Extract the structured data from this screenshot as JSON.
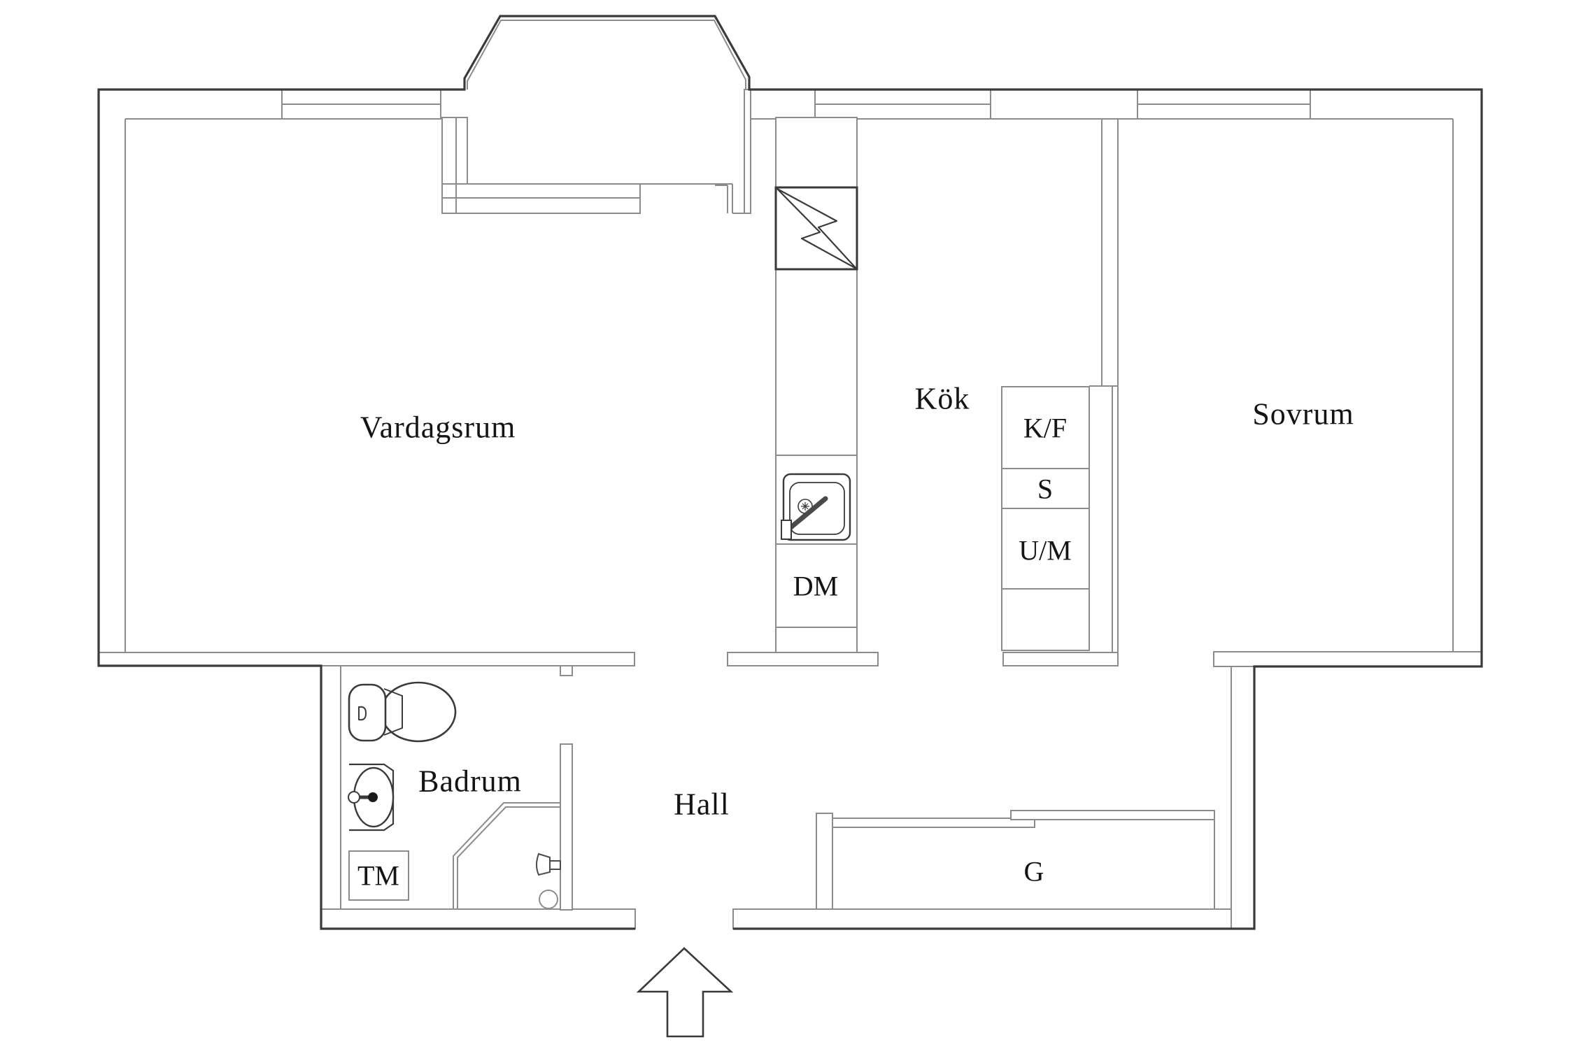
{
  "colors": {
    "outline": "#3a3a3a",
    "wall_line": "#8c8c8c",
    "fixture_line": "#4a4a4a",
    "text": "#141414",
    "background": "#ffffff"
  },
  "rooms": {
    "living": {
      "label": "Vardagsrum"
    },
    "kitchen": {
      "label": "Kök"
    },
    "bedroom": {
      "label": "Sovrum"
    },
    "bathroom": {
      "label": "Badrum"
    },
    "hall": {
      "label": "Hall"
    }
  },
  "appliances": {
    "fridge_freezer": {
      "label": "K/F"
    },
    "pantry": {
      "label": "S"
    },
    "oven_microwave": {
      "label": "U/M"
    },
    "dishwasher": {
      "label": "DM"
    },
    "washing_machine": {
      "label": "TM"
    },
    "wardrobe": {
      "label": "G"
    }
  }
}
